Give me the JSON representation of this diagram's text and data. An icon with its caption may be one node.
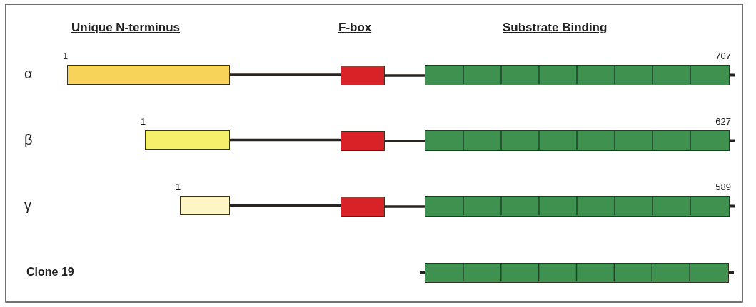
{
  "diagram": {
    "nodes": [
      {
        "text": [],
        "shape": "box",
        "beside": [
          "1"
        ]
      },
      {
        "text": [],
        "shape": "box"
      },
      {
        "text": [],
        "shape": "bar",
        "beside": [
          "707"
        ]
      },
      {
        "text": [],
        "shape": "box",
        "beside": [
          "1"
        ]
      },
      {
        "text": [],
        "shape": "box"
      },
      {
        "text": [],
        "shape": "bar",
        "beside": [
          "627"
        ]
      },
      {
        "text": [],
        "shape": "box",
        "beside": [
          "1"
        ]
      },
      {
        "text": [],
        "shape": "box"
      },
      {
        "text": [],
        "shape": "bar",
        "beside": [
          "589"
        ]
      },
      {
        "text": [],
        "shape": "bar"
      }
    ],
    "edges": [
      {
        "from": 0,
        "to": 1,
        "arrow": "none"
      },
      {
        "from": 1,
        "to": 2,
        "arrow": "none"
      },
      {
        "from": 3,
        "to": 4,
        "arrow": "none"
      },
      {
        "from": 4,
        "to": 5,
        "arrow": "none"
      },
      {
        "from": 6,
        "to": 7,
        "arrow": "none"
      },
      {
        "from": 7,
        "to": 8,
        "arrow": "none"
      }
    ],
    "labels": [
      "Unique N-terminus",
      "F-box",
      "Substrate Binding",
      "α",
      "β",
      "γ",
      "Clone 19"
    ]
  }
}
